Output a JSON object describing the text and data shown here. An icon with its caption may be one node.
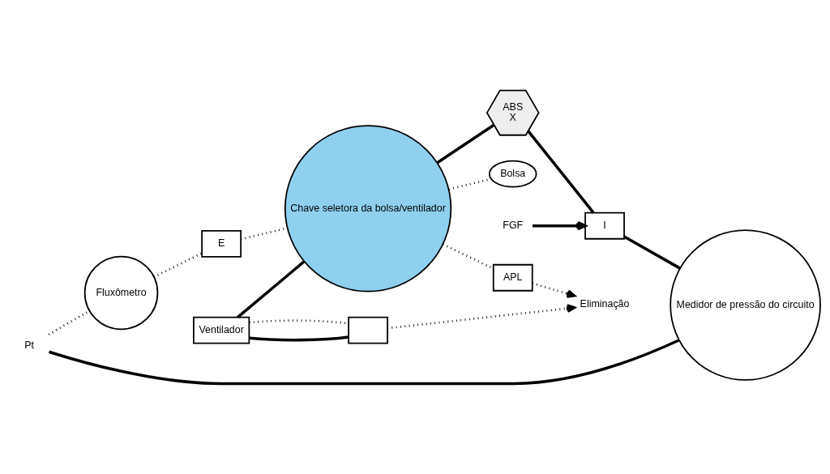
{
  "diagram": {
    "nodes": [
      {
        "text": [
          "Pt"
        ]
      },
      {
        "text": [
          "Fluxômetro"
        ]
      },
      {
        "text": [
          "E"
        ]
      },
      {
        "text": [
          "Chave seletora da bolsa/ventilador"
        ]
      },
      {
        "text": [
          "Ventilador"
        ]
      },
      {
        "text": [],
        "shape": "box"
      },
      {
        "text": [
          "APL"
        ]
      },
      {
        "text": [
          "Eliminação"
        ]
      },
      {
        "text": [
          "Bolsa"
        ]
      },
      {
        "text": [
          "ABS",
          "X"
        ]
      },
      {
        "text": [
          "I"
        ]
      },
      {
        "text": [
          "Medidor de pressão do circuito"
        ]
      },
      {
        "text": [
          "FGF"
        ]
      }
    ],
    "edges": [
      {
        "from": 0,
        "to": 1,
        "arrow": "none",
        "style": "dashed"
      },
      {
        "from": 1,
        "to": 2,
        "arrow": "none",
        "style": "dashed"
      },
      {
        "from": 2,
        "to": 3,
        "arrow": "none",
        "style": "dashed"
      },
      {
        "from": 4,
        "to": 3,
        "arrow": "none"
      },
      {
        "from": 4,
        "to": 5,
        "arrow": "none"
      },
      {
        "from": 4,
        "to": 5,
        "arrow": "none",
        "style": "dashed"
      },
      {
        "from": 5,
        "to": 7,
        "arrow": "to",
        "style": "dashed"
      },
      {
        "from": 3,
        "to": 6,
        "arrow": "none",
        "style": "dashed"
      },
      {
        "from": 6,
        "to": 7,
        "arrow": "to",
        "style": "dashed"
      },
      {
        "from": 3,
        "to": 8,
        "arrow": "none",
        "style": "dashed"
      },
      {
        "from": 3,
        "to": 9,
        "arrow": "none"
      },
      {
        "from": 9,
        "to": 10,
        "arrow": "none"
      },
      {
        "from": 12,
        "to": 10,
        "arrow": "to"
      },
      {
        "from": 10,
        "to": 11,
        "arrow": "none"
      },
      {
        "from": 11,
        "to": 0,
        "arrow": "none"
      }
    ]
  }
}
